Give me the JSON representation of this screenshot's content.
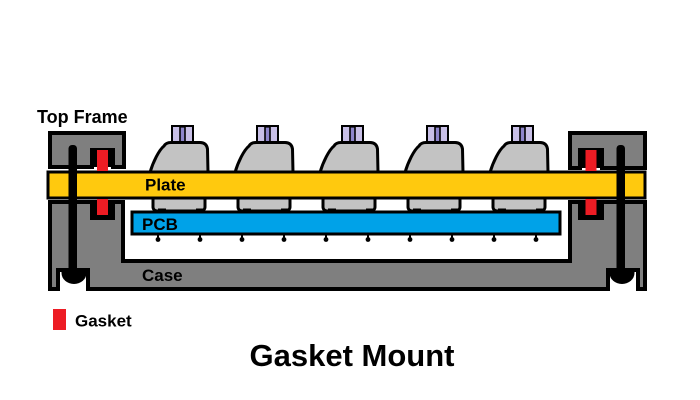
{
  "title": "Gasket Mount",
  "labels": {
    "top_frame": "Top Frame",
    "plate": "Plate",
    "pcb": "PCB",
    "case": "Case"
  },
  "legend": {
    "gasket_label": "Gasket"
  },
  "switches": {
    "count": 5
  },
  "pcb": {
    "pin_count": 10
  },
  "colors": {
    "background": "#FFFFFF",
    "outline": "#000000",
    "case_gray": "#7F7F7F",
    "switch_gray": "#C3C3C3",
    "stem_lavender": "#C8BFE7",
    "stem_stripe": "#8E85CC",
    "plate_gold": "#FFC90E",
    "pcb_blue": "#00A2E8",
    "gasket_red": "#ED1C24"
  }
}
